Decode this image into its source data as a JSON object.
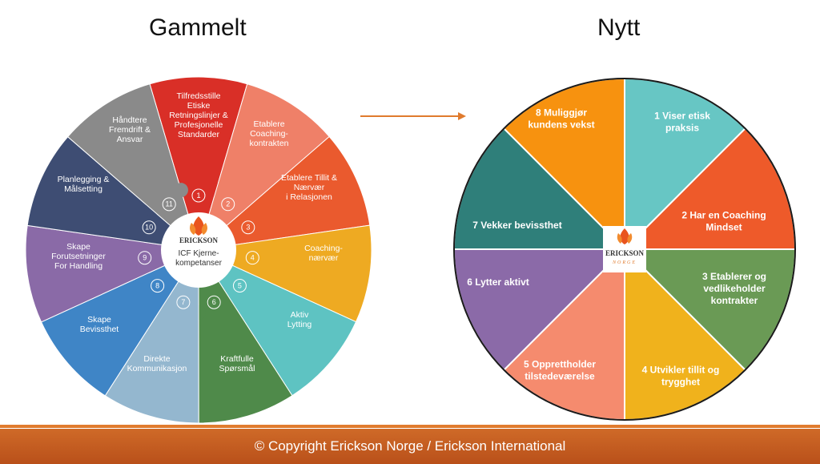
{
  "titles": {
    "left": "Gammelt",
    "right": "Nytt"
  },
  "old_wheel": {
    "center_lines": [
      "ICF Kjerne-",
      "kompetanser"
    ],
    "logo_text": "ERICKSON",
    "segments": [
      {
        "num": "1",
        "lines": [
          "Tilfredsstille",
          "Etiske",
          "Retningslinjer &",
          "Profesjonelle",
          "Standarder"
        ],
        "color": "#d92f27"
      },
      {
        "num": "2",
        "lines": [
          "Etablere",
          "Coaching-",
          "kontrakten"
        ],
        "color": "#ef8068"
      },
      {
        "num": "3",
        "lines": [
          "Etablere Tillit &",
          "Nærvær",
          "i Relasjonen"
        ],
        "color": "#ea5a2e"
      },
      {
        "num": "4",
        "lines": [
          "Coaching-",
          "nærvær"
        ],
        "color": "#eeaa22"
      },
      {
        "num": "5",
        "lines": [
          "Aktiv",
          "Lytting"
        ],
        "color": "#5ec3c2"
      },
      {
        "num": "6",
        "lines": [
          "Kraftfulle",
          "Spørsmål"
        ],
        "color": "#4f8a4a"
      },
      {
        "num": "7",
        "lines": [
          "Direkte",
          "Kommunikasjon"
        ],
        "color": "#94b7cf"
      },
      {
        "num": "8",
        "lines": [
          "Skape",
          "Bevissthet"
        ],
        "color": "#3f85c6"
      },
      {
        "num": "9",
        "lines": [
          "Skape",
          "Forutsetninger",
          "For Handling"
        ],
        "color": "#8a6aa7"
      },
      {
        "num": "10",
        "lines": [
          "Planlegging &",
          "Målsetting"
        ],
        "color": "#3e4d73"
      },
      {
        "num": "11",
        "lines": [
          "Håndtere",
          "Fremdrift &",
          "Ansvar"
        ],
        "color": "#8a8a8a"
      }
    ]
  },
  "new_wheel": {
    "logo_text": "ERICKSON",
    "logo_sub": "NORGE",
    "segments": [
      {
        "lines": [
          "1 Viser etisk",
          "praksis"
        ],
        "color": "#67c6c4"
      },
      {
        "lines": [
          "2 Har en Coaching",
          "Mindset"
        ],
        "color": "#ee5a2a"
      },
      {
        "lines": [
          "3 Etablerer og",
          "vedlikeholder",
          "kontrakter"
        ],
        "color": "#6a9a55"
      },
      {
        "lines": [
          "4 Utvikler tillit og",
          "trygghet"
        ],
        "color": "#f0b21c"
      },
      {
        "lines": [
          "5 Opprettholder",
          "tilstedeværelse"
        ],
        "color": "#f58b6e"
      },
      {
        "lines": [
          "6 Lytter aktivt"
        ],
        "color": "#8b6aa8"
      },
      {
        "lines": [
          "7 Vekker bevissthet"
        ],
        "color": "#2f7f7a"
      },
      {
        "lines": [
          "8 Muliggjør",
          "kundens vekst"
        ],
        "color": "#f7920f"
      }
    ]
  },
  "arrow_color": "#e07b2e",
  "footer": {
    "text": "© Copyright Erickson Norge / Erickson International"
  }
}
